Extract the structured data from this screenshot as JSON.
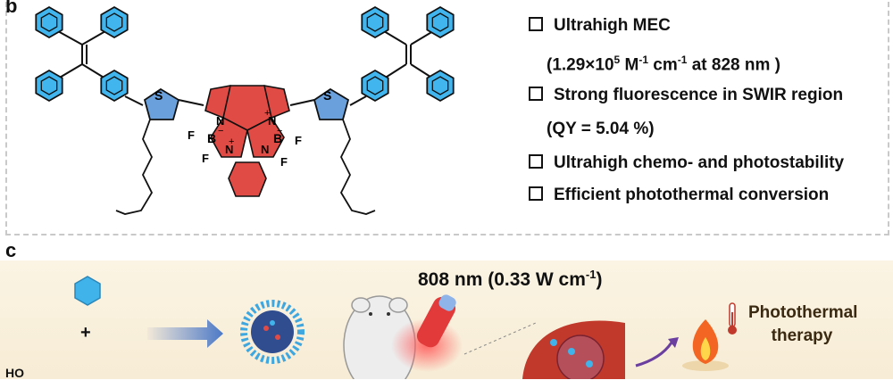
{
  "panels": {
    "b": "b",
    "c": "c"
  },
  "molecule": {
    "sulfur": "S",
    "nitrogen": "N",
    "boron": "B",
    "fluorine": "F",
    "minus": "−",
    "plus": "+"
  },
  "features": [
    {
      "text": "Ultrahigh MEC"
    },
    {
      "text": "Strong fluorescence in SWIR region"
    },
    {
      "text": "Ultrahigh chemo- and photostability"
    },
    {
      "text": "Efficient photothermal conversion"
    }
  ],
  "mec_detail": {
    "prefix": "(1.29×10",
    "exp": "5",
    "unit1": " M",
    "unit1_exp": "-1",
    "unit2": " cm",
    "unit2_exp": "-1",
    "suffix": " at 828 nm )"
  },
  "qy_detail": "(QY = 5.04 %)",
  "laser": {
    "text": "808 nm (0.33 W cm",
    "exp": "-1",
    "close": ")"
  },
  "therapy": {
    "line1": "Photothermal",
    "line2": "therapy"
  },
  "plus_sign": "+",
  "peg_fragment": "HO",
  "colors": {
    "phenyl": "#3aaee8",
    "bodipy": "#e0433e",
    "thiophene": "#5b95d6",
    "background_c": "#f7ecd5"
  },
  "icons": [
    "thermometer-icon",
    "flame-icon",
    "mouse-icon",
    "laser-icon",
    "nanoparticle-icon",
    "arrow-icon"
  ]
}
